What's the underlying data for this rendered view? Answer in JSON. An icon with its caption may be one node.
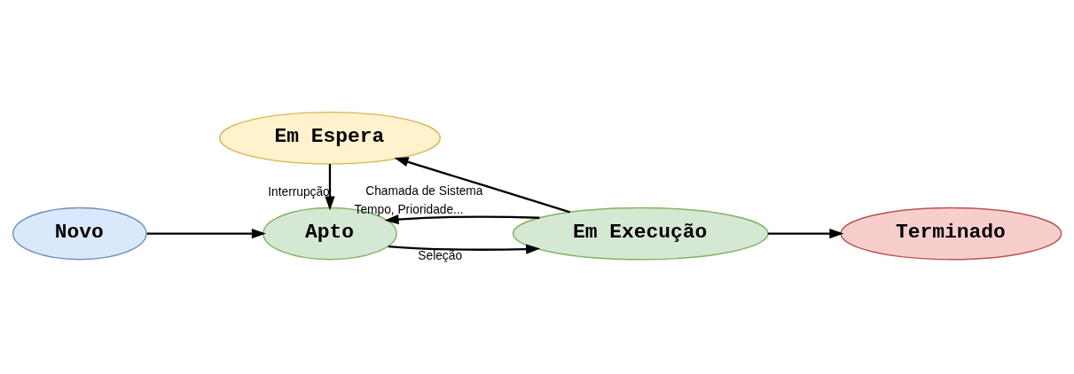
{
  "diagram": {
    "nodes": [
      {
        "text": [
          "Novo"
        ]
      },
      {
        "text": [
          "Apto"
        ]
      },
      {
        "text": [
          "Em Execução"
        ]
      },
      {
        "text": [
          "Terminado"
        ]
      },
      {
        "text": [
          "Em Espera"
        ]
      }
    ],
    "edges": [
      {
        "from": 0,
        "to": 1,
        "arrow": "to"
      },
      {
        "from": 1,
        "to": 2,
        "arrow": "to",
        "label": "Seleção"
      },
      {
        "from": 2,
        "to": 3,
        "arrow": "to"
      },
      {
        "from": 2,
        "to": 1,
        "arrow": "to",
        "label": "Tempo, Prioridade..."
      },
      {
        "from": 2,
        "to": 4,
        "arrow": "to",
        "label": "Chamada de Sistema"
      },
      {
        "from": 4,
        "to": 1,
        "arrow": "to",
        "label": "Interrupção"
      }
    ]
  }
}
